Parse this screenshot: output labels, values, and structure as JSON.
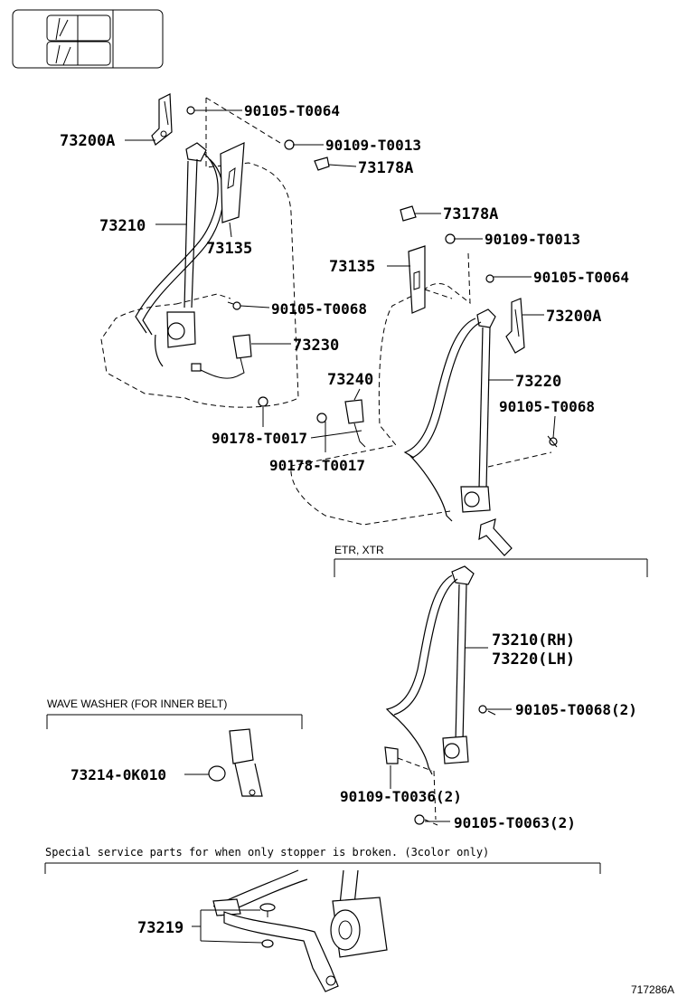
{
  "labels": {
    "l_90105_t0064_a": "90105-T0064",
    "l_73200a_a": "73200A",
    "l_90109_t0013_a": "90109-T0013",
    "l_73178a_a": "73178A",
    "l_73210": "73210",
    "l_73135_a": "73135",
    "l_90105_t0068_a": "90105-T0068",
    "l_73230": "73230",
    "l_90178_t0017_a": "90178-T0017",
    "l_73178a_b": "73178A",
    "l_90109_t0013_b": "90109-T0013",
    "l_73135_b": "73135",
    "l_90105_t0064_b": "90105-T0064",
    "l_73200a_b": "73200A",
    "l_73240": "73240",
    "l_73220": "73220",
    "l_90105_t0068_b": "90105-T0068",
    "l_90178_t0017_b": "90178-T0017",
    "l_73210_rh": "73210(RH)",
    "l_73220_lh": "73220(LH)",
    "l_90105_t0068_2": "90105-T0068(2)",
    "l_73214": "73214-0K010",
    "l_90109_t0036_2": "90109-T0036(2)",
    "l_90105_t0063_2": "90105-T0063(2)",
    "l_73219": "73219"
  },
  "notes": {
    "etr_xtr": "ETR, XTR",
    "wave_washer": "WAVE WASHER (FOR INNER BELT)",
    "special_service": "Special service parts for when only stopper is broken. (3color only)"
  },
  "figure_id": "717286A"
}
